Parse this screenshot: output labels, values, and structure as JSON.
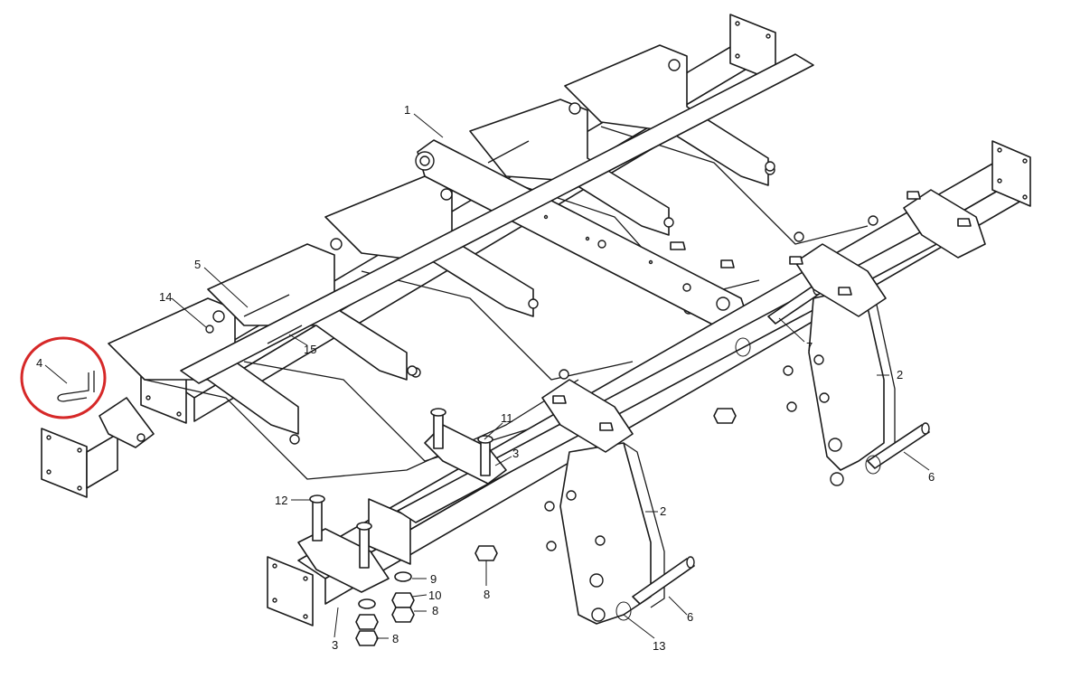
{
  "diagram": {
    "callouts": [
      {
        "id": "c1",
        "text": "1"
      },
      {
        "id": "c2a",
        "text": "2"
      },
      {
        "id": "c2b",
        "text": "2"
      },
      {
        "id": "c3a",
        "text": "3"
      },
      {
        "id": "c3b",
        "text": "3"
      },
      {
        "id": "c4",
        "text": "4"
      },
      {
        "id": "c5",
        "text": "5"
      },
      {
        "id": "c6a",
        "text": "6"
      },
      {
        "id": "c6b",
        "text": "6"
      },
      {
        "id": "c7",
        "text": "7"
      },
      {
        "id": "c8a",
        "text": "8"
      },
      {
        "id": "c8b",
        "text": "8"
      },
      {
        "id": "c8c",
        "text": "8"
      },
      {
        "id": "c9",
        "text": "9"
      },
      {
        "id": "c10",
        "text": "10"
      },
      {
        "id": "c11",
        "text": "11"
      },
      {
        "id": "c12",
        "text": "12"
      },
      {
        "id": "c13",
        "text": "13"
      },
      {
        "id": "c14",
        "text": "14"
      },
      {
        "id": "c15",
        "text": "15"
      }
    ],
    "highlight": {
      "target": "4",
      "color": "#d62828"
    }
  }
}
